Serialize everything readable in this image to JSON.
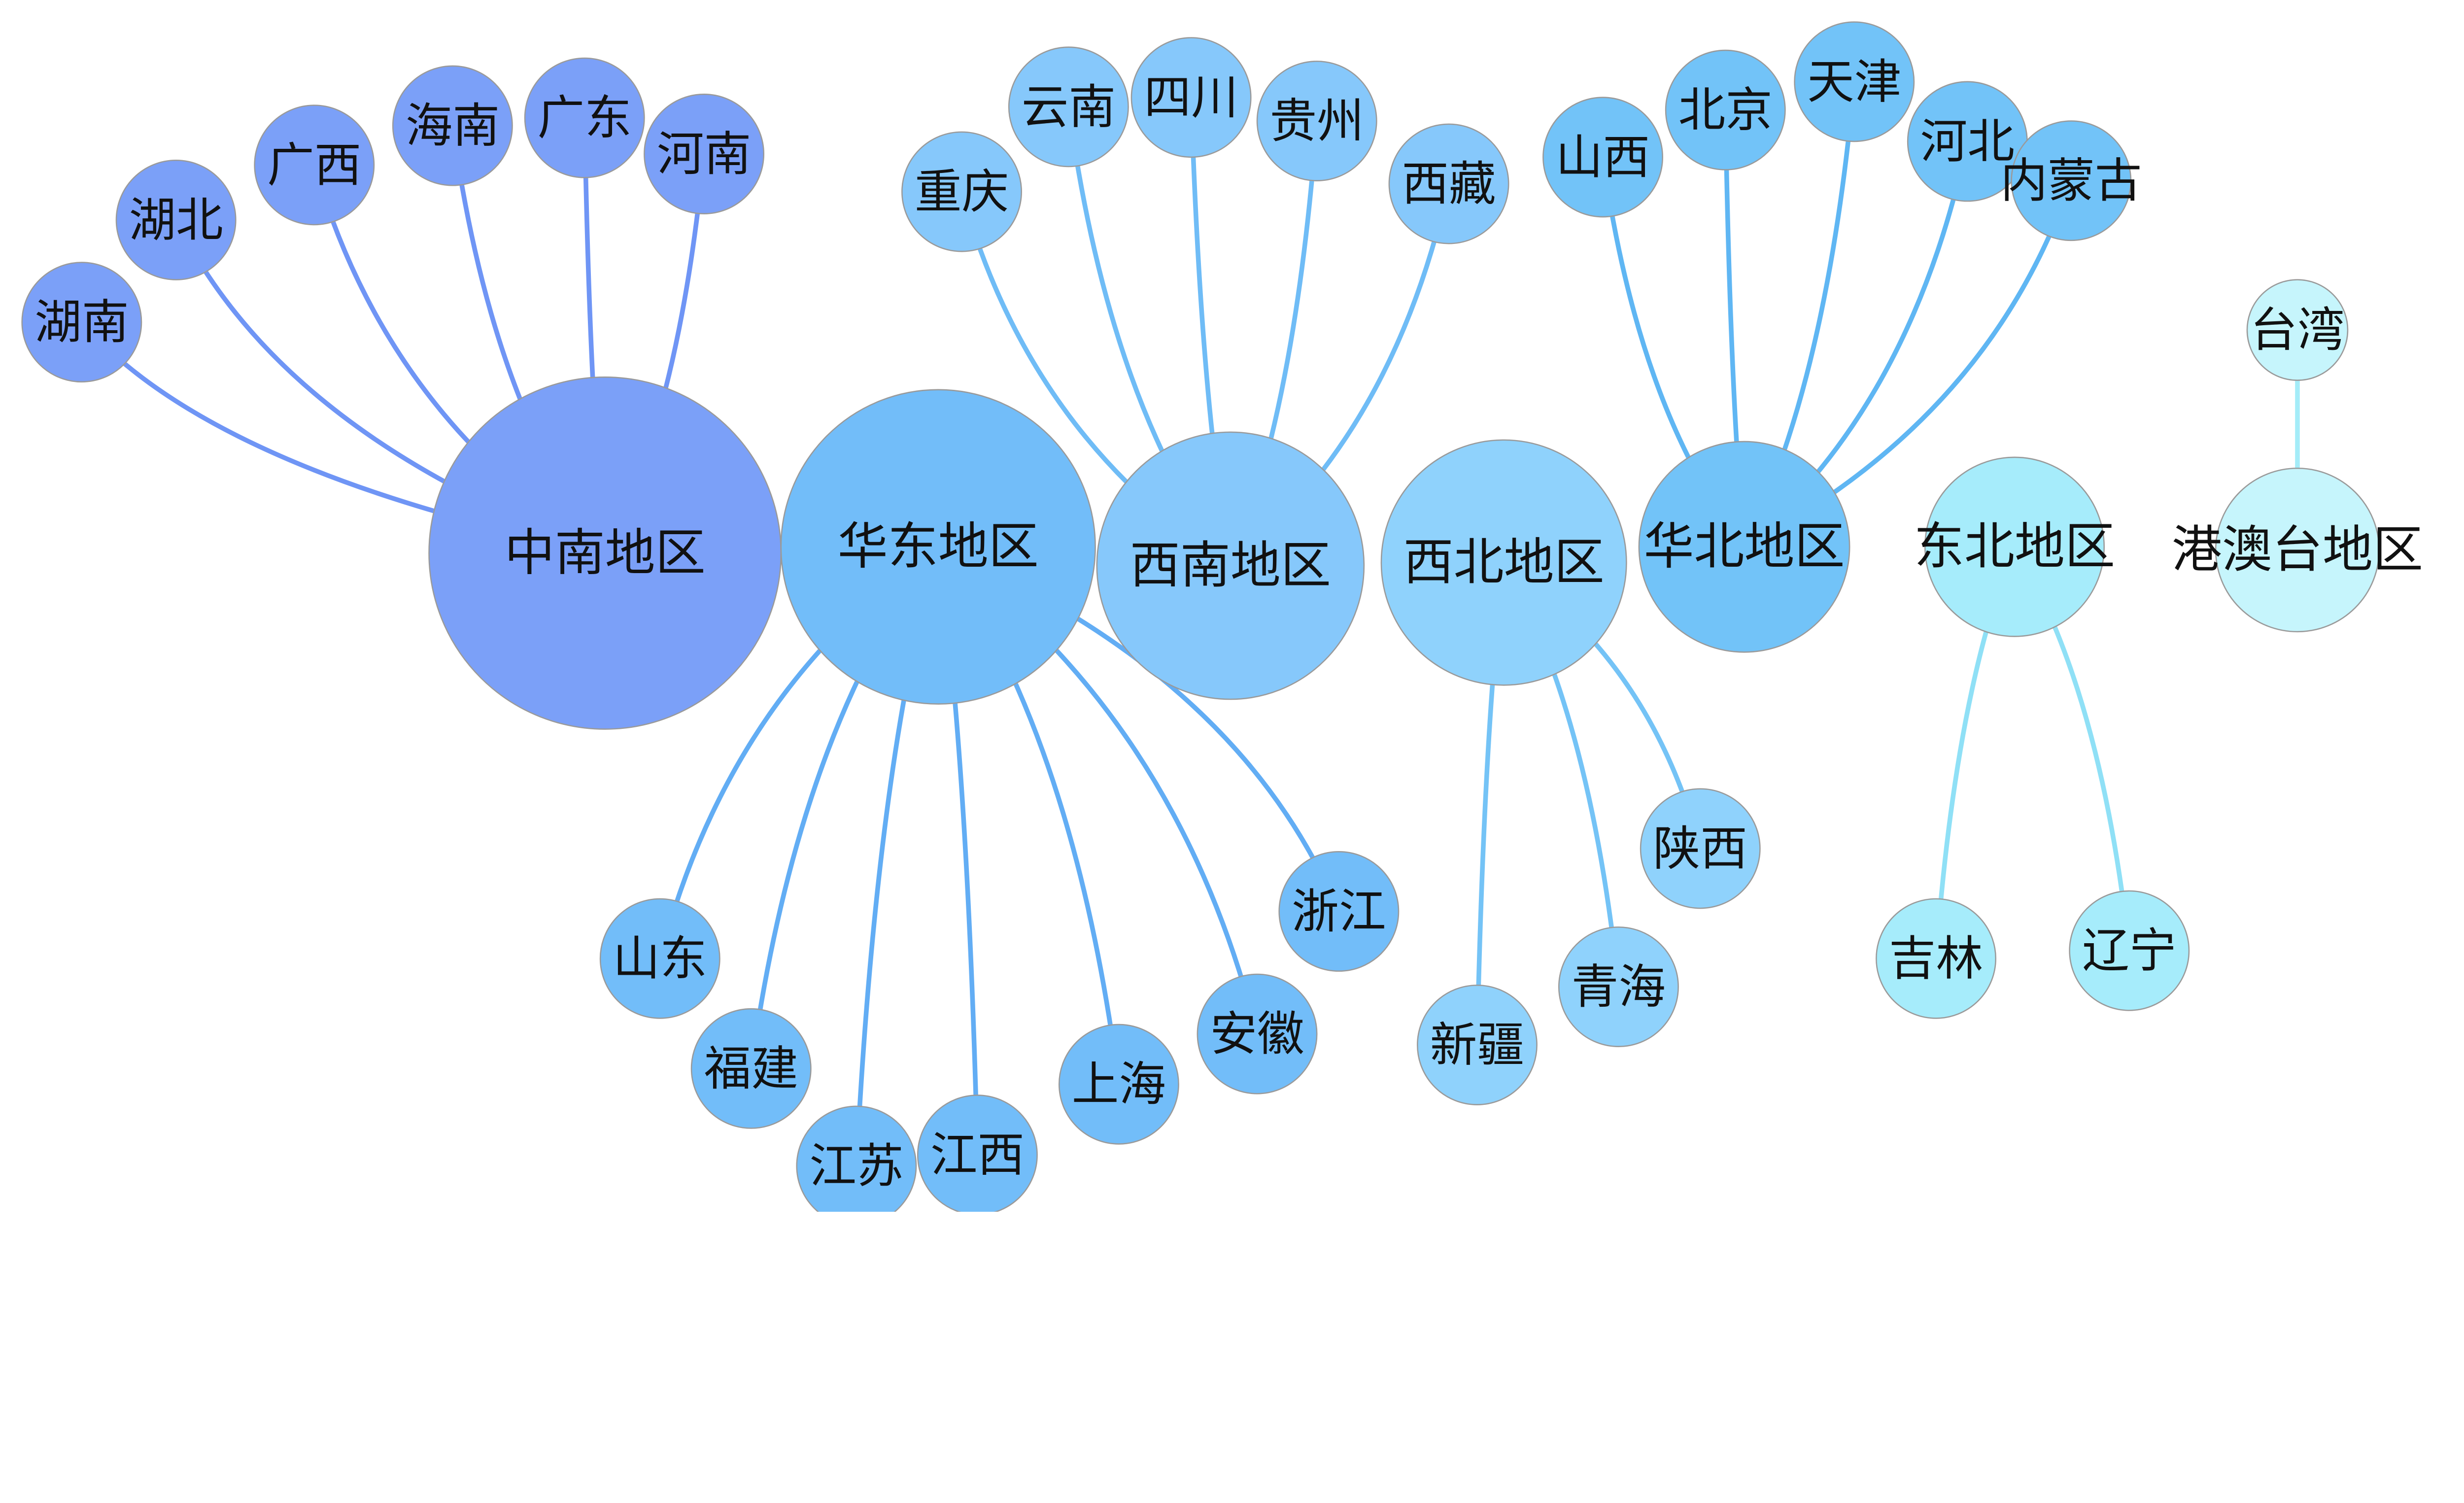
{
  "regions": [
    {
      "name": "中南地区",
      "color": "#7ba0f8",
      "link_color": "#6f95f5",
      "children": [
        "湖南",
        "湖北",
        "广西",
        "海南",
        "广东",
        "河南"
      ]
    },
    {
      "name": "华东地区",
      "color": "#72bdf9",
      "link_color": "#62adf4",
      "children": [
        "山东",
        "福建",
        "江苏",
        "江西",
        "上海",
        "安徽",
        "浙江"
      ]
    },
    {
      "name": "西南地区",
      "color": "#86c8fb",
      "link_color": "#6fbcf6",
      "children": [
        "重庆",
        "云南",
        "四川",
        "贵州",
        "西藏"
      ]
    },
    {
      "name": "西北地区",
      "color": "#8fd2fc",
      "link_color": "#74c3f6",
      "children": [
        "陕西",
        "青海",
        "新疆"
      ]
    },
    {
      "name": "华北地区",
      "color": "#72c3f8",
      "link_color": "#5fb6f3",
      "children": [
        "山西",
        "北京",
        "天津",
        "河北",
        "内蒙古"
      ]
    },
    {
      "name": "东北地区",
      "color": "#a6ecfb",
      "link_color": "#8fe0f6",
      "children": [
        "吉林",
        "辽宁"
      ]
    },
    {
      "name": "港澳台地区",
      "color": "#c6f5fc",
      "link_color": "#a4ecf8",
      "children": [
        "台湾"
      ]
    }
  ]
}
